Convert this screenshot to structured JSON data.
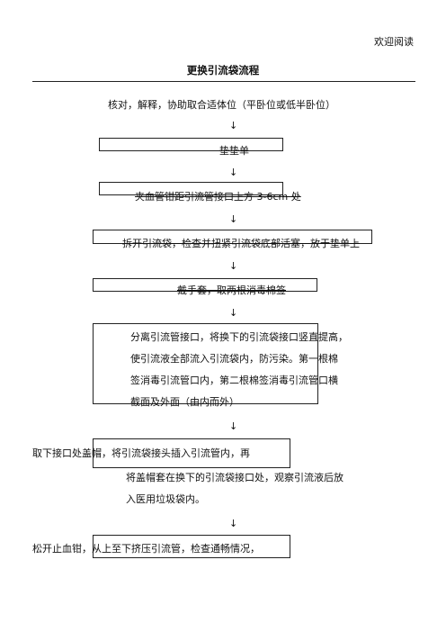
{
  "header": {
    "welcome": "欢迎阅读"
  },
  "title": "更换引流袋流程",
  "steps": {
    "s1": "核对，解释，协助取合适体位（平卧位或低半卧位）",
    "s2": "垫垫单",
    "s3": "夹血管钳距引流管接口上方 3-6cm 处",
    "s4": "拆开引流袋，检查并扭紧引流袋底部活塞，放于垫单上",
    "s5": "戴手套，取两根消毒棉签",
    "s6": [
      "分离引流管接口，将换下的引流袋接口竖直提高，",
      "使引流液全部流入引流袋内，防污染。第一根棉",
      "签消毒引流管口内，第二根棉签消毒引流管口横",
      "截面及外面（由内而外）"
    ],
    "s7": [
      "取下接口处盖帽，将引流袋接头插入引流管内，再",
      "将盖帽套在换下的引流袋接口处，观察引流液后放",
      "入医用垃圾袋内。"
    ],
    "s8": "松开止血钳，从上至下挤压引流管，检查通畅情况，"
  },
  "arrow_glyph": "↓"
}
